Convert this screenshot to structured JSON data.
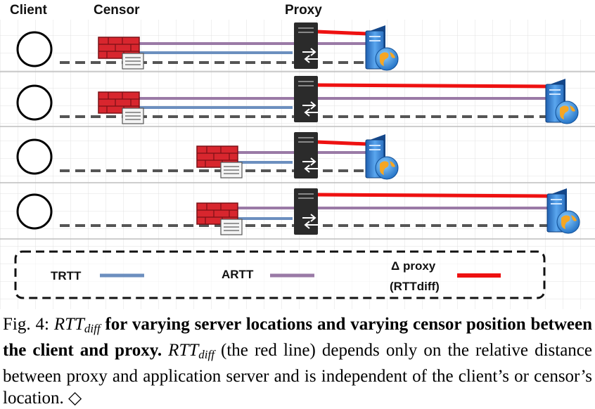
{
  "headers": {
    "client": "Client",
    "censor": "Censor",
    "proxy": "Proxy"
  },
  "legend": {
    "trtt": "TRTT",
    "artt": "ARTT",
    "delta_line1": "Δ proxy",
    "delta_line2": "(RTTdiff)"
  },
  "colors": {
    "trtt": "#6c8fbf",
    "artt": "#9a7aa6",
    "rttdiff": "#ee1111",
    "dashed": "#555555",
    "firewall": "#d8262e",
    "proxy": "#2b2b2b",
    "server": "#3d87d6"
  },
  "icons": [
    "client-circle-icon",
    "firewall-icon",
    "proxy-server-icon",
    "application-server-icon"
  ],
  "caption": {
    "fig_label": "Fig. 4:",
    "math1_main": "RTT",
    "math1_sub": "diff",
    "bold_text": "for varying server locations and varying censor position between the client and proxy.",
    "math2_main": "RTT",
    "math2_sub": "diff",
    "body_text": "(the red line) depends only on the relative distance between proxy and application server and is independent of the client’s or censor’s location.",
    "end_symbol": "◇"
  }
}
